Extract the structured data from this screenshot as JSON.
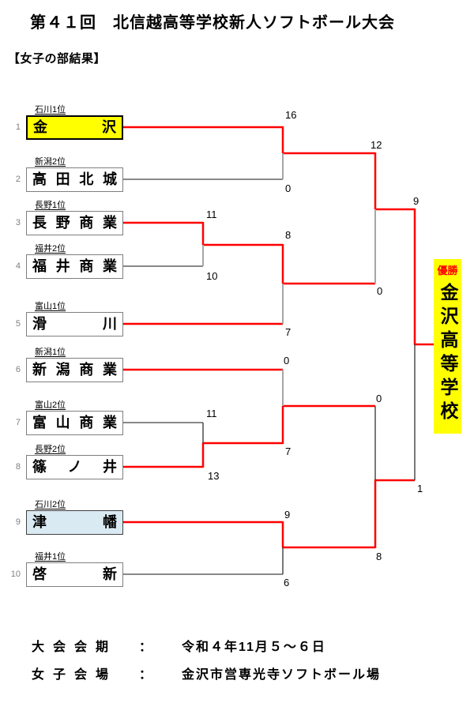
{
  "title": "第４１回　北信越高等学校新人ソフトボール大会",
  "section_heading": "【女子の部結果】",
  "colors": {
    "winner_path": "#ff0000",
    "loser_horizontal": "#404040",
    "loser_vertical": "#a6a6a6",
    "seed1_highlight": "#ffff00",
    "seed9_highlight": "#daeaf3",
    "champion_box": "#ffff00",
    "champion_label_text": "#ff0000"
  },
  "teams": [
    {
      "num": "1",
      "seed": "石川1位",
      "name": "金沢",
      "line": "red"
    },
    {
      "num": "2",
      "seed": "新潟2位",
      "name": "高田北城",
      "line": "black"
    },
    {
      "num": "3",
      "seed": "長野1位",
      "name": "長野商業",
      "line": "red"
    },
    {
      "num": "4",
      "seed": "福井2位",
      "name": "福井商業",
      "line": "black"
    },
    {
      "num": "5",
      "seed": "富山1位",
      "name": "滑川",
      "line": "red"
    },
    {
      "num": "6",
      "seed": "新潟1位",
      "name": "新潟商業",
      "line": "red"
    },
    {
      "num": "7",
      "seed": "富山2位",
      "name": "富山商業",
      "line": "black"
    },
    {
      "num": "8",
      "seed": "長野2位",
      "name": "篠ノ井",
      "line": "red"
    },
    {
      "num": "9",
      "seed": "石川2位",
      "name": "津幡",
      "line": "red"
    },
    {
      "num": "10",
      "seed": "福井1位",
      "name": "啓新",
      "line": "black"
    }
  ],
  "scores": {
    "qf1_top": "16",
    "qf1_bottom": "0",
    "r1a_top": "11",
    "r1a_bottom": "10",
    "qf2_top": "8",
    "qf2_bottom": "7",
    "sf1_top": "12",
    "sf1_bottom": "0",
    "qf3_top": "0",
    "qf3_bottom": "7",
    "r1b_top": "11",
    "r1b_bottom": "13",
    "qf4_top": "9",
    "qf4_bottom": "6",
    "sf2_top": "0",
    "sf2_bottom": "8",
    "final_top": "9",
    "final_bottom": "1"
  },
  "champion": {
    "label": "優勝",
    "name": "金沢高等学校"
  },
  "footer": {
    "rows": [
      {
        "label": "大会会期",
        "sep": "：",
        "value": "令和４年11月５～６日"
      },
      {
        "label": "女子会場",
        "sep": "：",
        "value": "金沢市営専光寺ソフトボール場"
      }
    ]
  }
}
